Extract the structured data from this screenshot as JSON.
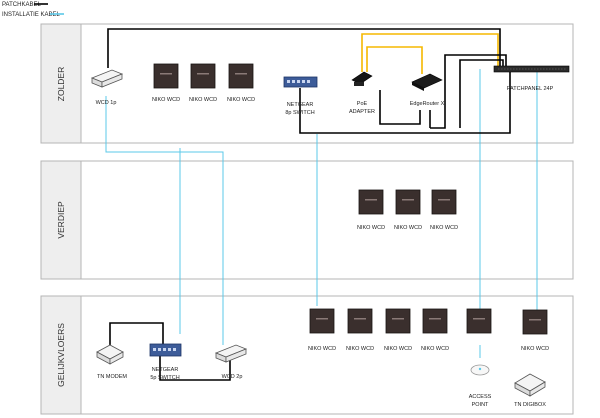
{
  "legend": [
    {
      "label": "PATCHKABEL",
      "color": "#000000"
    },
    {
      "label": "INSTALLATIE KABEL",
      "color": "#5bc8e8"
    }
  ],
  "floors": [
    {
      "id": "zolder",
      "label": "ZOLDER"
    },
    {
      "id": "verdiep",
      "label": "VERDIEP"
    },
    {
      "id": "gelijkvloers",
      "label": "GELIJKVLOERS"
    }
  ],
  "devices": {
    "zolder_wcd": "WCD 1p",
    "zolder_niko": [
      "NIKO WCD",
      "NIKO WCD",
      "NIKO WCD"
    ],
    "switch_8p_line1": "NETGEAR",
    "switch_8p_line2": "8p SWITCH",
    "poe_line1": "PoE",
    "poe_line2": "ADAPTER",
    "router": "EdgeRouter X",
    "patchpanel": "PATCHPANEL 24P",
    "verdiep_niko": [
      "NIKO WCD",
      "NIKO WCD",
      "NIKO WCD"
    ],
    "modem": "TN MODEM",
    "switch_5p_line1": "NETGEAR",
    "switch_5p_line2": "5p SWITCH",
    "gelijk_wcd": "WCD 2p",
    "gelijk_niko": [
      "NIKO WCD",
      "NIKO WCD",
      "NIKO WCD",
      "NIKO WCD"
    ],
    "ap_line1": "ACCESS",
    "ap_line2": "POINT",
    "digibox_niko": "NIKO WCD",
    "digibox": "TN DIGIBOX"
  },
  "colors": {
    "patch": "#000000",
    "install": "#5bc8e8",
    "poe": "#f5b800",
    "floor_band": "#eeeeee",
    "floor_border": "#b5b5b5"
  }
}
